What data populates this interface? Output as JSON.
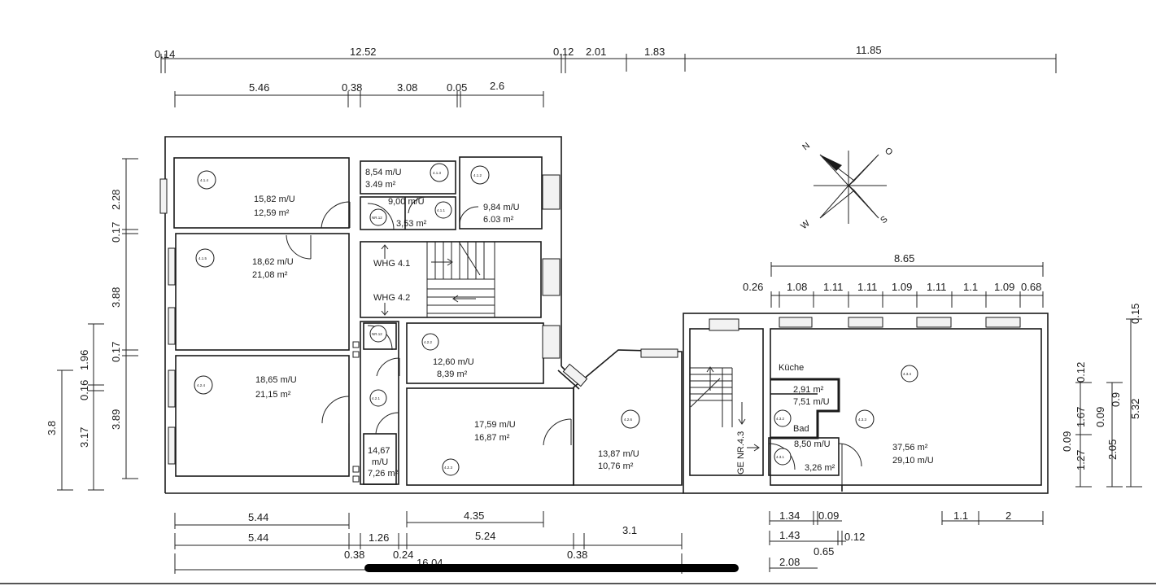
{
  "dims_top_row1": [
    "0.14",
    "12.52",
    "0.12",
    "2.01",
    "1.83",
    "11.85"
  ],
  "dims_top_row2": [
    "5.46",
    "0.38",
    "3.08",
    "0.05",
    "2.6"
  ],
  "dims_left": [
    "2.28",
    "0.17",
    "3.88",
    "0.17",
    "3.89",
    "1.96",
    "0.16",
    "3.17",
    "3.8"
  ],
  "dims_right_top": [
    "8.65",
    "0.26",
    "1.08",
    "1.11",
    "1.11",
    "1.09",
    "1.11",
    "1.1",
    "1.09",
    "0.68"
  ],
  "dims_right_side": [
    "0.15",
    "0.12",
    "1.67",
    "0.09",
    "0.9",
    "0.09",
    "2.05",
    "1.27",
    "5.32"
  ],
  "dims_bottom": [
    "5.44",
    "4.35",
    "5.44",
    "1.26",
    "5.24",
    "3.1",
    "0.38",
    "0.24",
    "0.38",
    "16.04"
  ],
  "dims_bottom_right": [
    "1.34",
    "0.09",
    "1.43",
    "0.12",
    "0.65",
    "2.08",
    "1.1",
    "2"
  ],
  "compass": {
    "n": "N",
    "o": "O",
    "s": "S",
    "w": "W"
  },
  "rooms": {
    "r414": {
      "id": "4.1.4",
      "a": "15,82 m/U",
      "b": "12,59 m²"
    },
    "r413": {
      "id": "4.1.3",
      "a": "8,54 m/U",
      "b": "3.49 m²"
    },
    "r412": {
      "id": "4.1.2",
      "a": "9,84 m/U",
      "b": "6.03 m²"
    },
    "r411": {
      "id": "4.1.1",
      "a": "9,00 m/U",
      "b": "3,53 m²"
    },
    "rwc1": {
      "id": "NR.12"
    },
    "r415": {
      "id": "4.1.5",
      "a": "18,62 m/U",
      "b": "21,08 m²"
    },
    "stair": {
      "a": "WHG 4.1",
      "b": "WHG 4.2"
    },
    "rwc2": {
      "id": "NR.12"
    },
    "r422": {
      "id": "4.2.2",
      "a": "12,60 m/U",
      "b": "8,39 m²"
    },
    "r424": {
      "id": "4.2.4",
      "a": "18,65 m/U",
      "b": "21,15 m²"
    },
    "r421": {
      "id": "4.2.1",
      "a": "14,67",
      "b": "m/U",
      "c": "7,26 m²"
    },
    "r423": {
      "id": "4.2.3",
      "a": "17,59 m/U",
      "b": "16,87 m²"
    },
    "r426": {
      "id": "4.2.6",
      "a": "13,87 m/U",
      "b": "10,76 m²"
    },
    "kitchen": {
      "label": "Küche",
      "a": "2,91 m²",
      "b": "7,51 m/U"
    },
    "r432": {
      "id": "4.3.2",
      "label": "Bad",
      "a": "8,50 m/U"
    },
    "r431": {
      "id": "4.3.1",
      "a": "3,26 m²"
    },
    "r433": {
      "id": "4.3.3",
      "a": "37,56 m²",
      "b": "29,10 m/U"
    },
    "r434": {
      "id": "4.3.4"
    },
    "ge": "GE NR.4.3"
  }
}
